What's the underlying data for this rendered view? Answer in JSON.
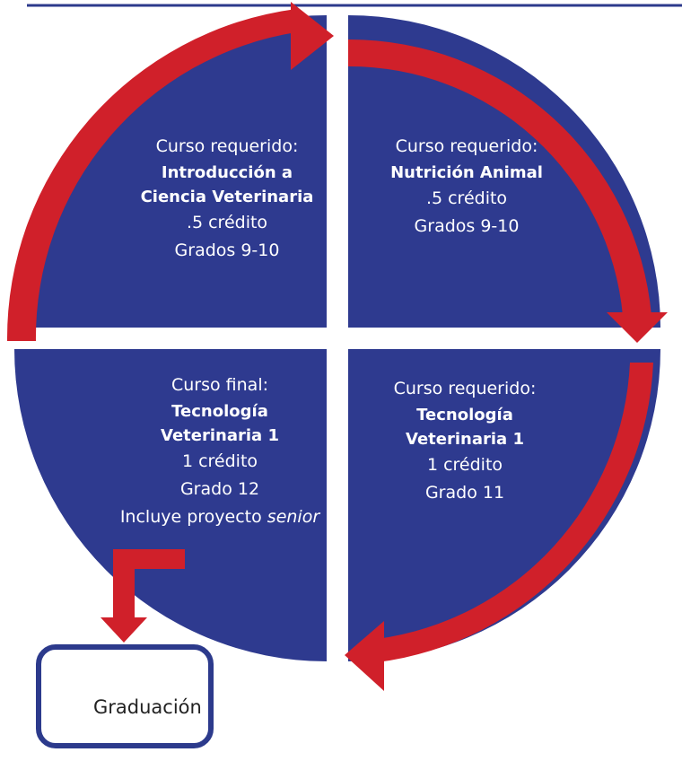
{
  "colors": {
    "quadrant": "#2e3a8f",
    "arrow": "#d0202a",
    "box_border": "#2c3a8c"
  },
  "quadrants": {
    "top_left": {
      "label": "Curso requerido:",
      "course_lines": [
        "Introducción a",
        "Ciencia Veterinaria"
      ],
      "credit": ".5 crédito",
      "grades": "Grados 9-10"
    },
    "top_right": {
      "label": "Curso requerido:",
      "course_lines": [
        "Nutrición Animal"
      ],
      "credit": ".5 crédito",
      "grades": "Grados 9-10"
    },
    "bottom_right": {
      "label": "Curso requerido:",
      "course_lines": [
        "Tecnología",
        "Veterinaria 1"
      ],
      "credit": "1 crédito",
      "grades": "Grado 11"
    },
    "bottom_left": {
      "label": "Curso final:",
      "course_lines": [
        "Tecnología",
        "Veterinaria 1"
      ],
      "credit": "1 crédito",
      "grades": "Grado 12",
      "note_prefix": "Incluye proyecto ",
      "note_italic": "senior"
    }
  },
  "graduation": {
    "label": "Graduación",
    "icon": "graduation-cap-icon"
  }
}
